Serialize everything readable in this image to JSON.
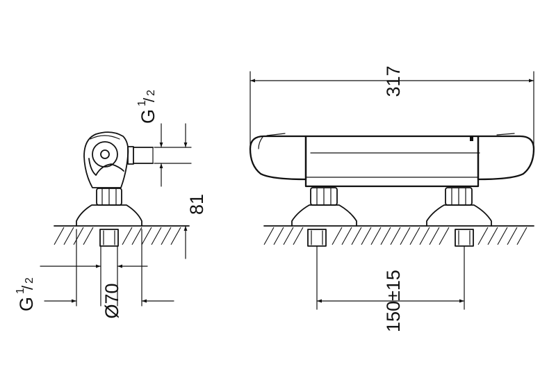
{
  "dimensions": {
    "overall_length": "317",
    "connection_spacing": "150±15",
    "height": "81",
    "base_diameter": "Ø70",
    "thread_label_side_top": {
      "prefix": "G",
      "num": "1",
      "den": "2"
    },
    "thread_label_side_bottom": {
      "prefix": "G",
      "num": "1",
      "den": "2"
    }
  }
}
